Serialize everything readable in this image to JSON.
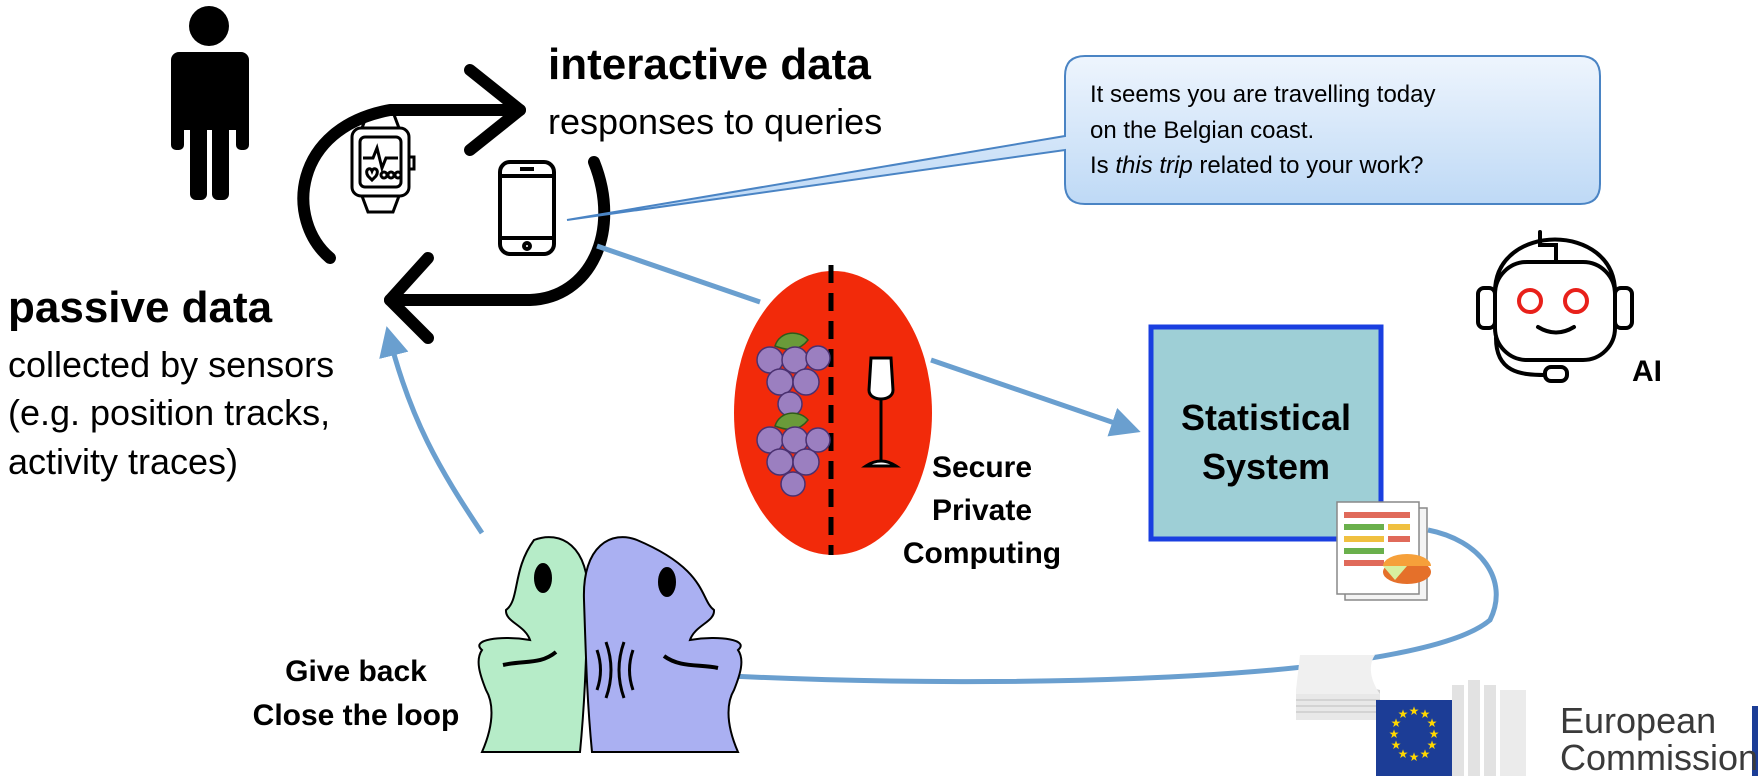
{
  "interactive": {
    "title": "interactive data",
    "subtitle": "responses to queries"
  },
  "passive": {
    "title": "passive data",
    "lines": [
      "collected by sensors",
      "(e.g. position tracks,",
      "activity traces)"
    ]
  },
  "bubble": {
    "line1": "It seems you are travelling today",
    "line2": "on the Belgian coast.",
    "line3_pre": "Is ",
    "line3_em": "this trip",
    "line3_post": " related to your work?"
  },
  "ai_label": "AI",
  "secure": {
    "lines": [
      "Secure",
      "Private",
      "Computing"
    ]
  },
  "statistical": {
    "lines": [
      "Statistical",
      "System"
    ]
  },
  "giveback": {
    "lines": [
      "Give back",
      "Close the loop"
    ]
  },
  "logo": {
    "line1": "European",
    "line2": "Commission"
  },
  "colors": {
    "arrow_blue": "#6a9fcf",
    "oval_red": "#f22a0a",
    "stat_fill": "#9ecfd6",
    "stat_border": "#1a3fe0",
    "face_green": "#b6ecc8",
    "face_purple": "#aab0f2",
    "robot_eyes": "#e8201a",
    "eu_blue": "#1c3d96",
    "eu_star": "#ffd700",
    "bubble_top": "#eef5fd",
    "bubble_bottom": "#b9d6f5"
  },
  "icons": [
    "person-icon",
    "smartwatch-icon",
    "smartphone-icon",
    "robot-icon",
    "grapes-icon",
    "wine-glass-icon",
    "report-icon",
    "talking-faces-icon",
    "eu-flag-icon"
  ]
}
